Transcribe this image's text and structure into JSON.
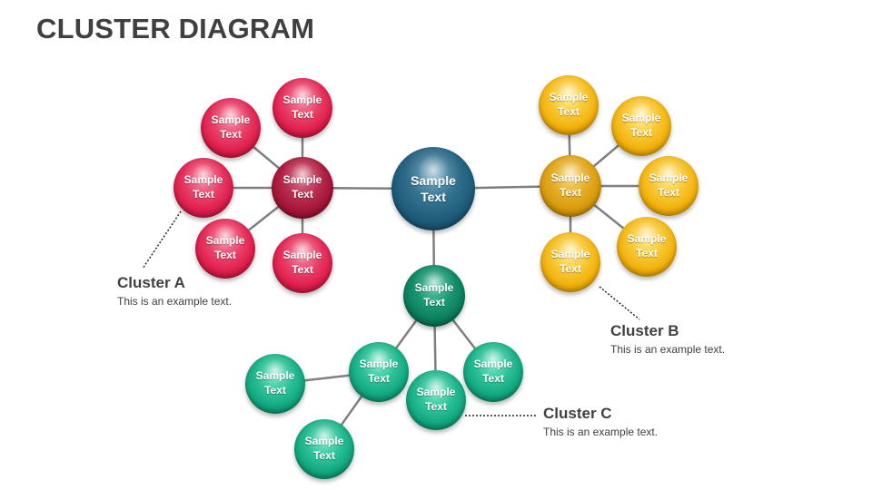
{
  "title": "CLUSTER DIAGRAM",
  "node_label": "Sample\nText",
  "colors": {
    "line": "#7f7f7f",
    "center": {
      "light": "#4a8aa8",
      "mid": "#1f5c7a",
      "dark": "#0d3447"
    },
    "cluster_a": {
      "light": "#f46a8c",
      "mid": "#e01e4c",
      "dark": "#8c0a25"
    },
    "cluster_a_hub": {
      "light": "#d04a6a",
      "mid": "#a41538",
      "dark": "#5e0818"
    },
    "cluster_b": {
      "light": "#ffe36a",
      "mid": "#f2b10a",
      "dark": "#b87a00"
    },
    "cluster_b_hub": {
      "light": "#f4c850",
      "mid": "#d89a0a",
      "dark": "#8a5e00"
    },
    "cluster_c": {
      "light": "#4ee0b4",
      "mid": "#12a880",
      "dark": "#056448"
    },
    "cluster_c_hub": {
      "light": "#2fb88e",
      "mid": "#0b7e5e",
      "dark": "#034634"
    }
  },
  "clusters": [
    {
      "id": "a",
      "title": "Cluster  A",
      "text": "This is an example text."
    },
    {
      "id": "b",
      "title": "Cluster  B",
      "text": "This is an example text."
    },
    {
      "id": "c",
      "title": "Cluster  C",
      "text": "This is an example text."
    }
  ]
}
